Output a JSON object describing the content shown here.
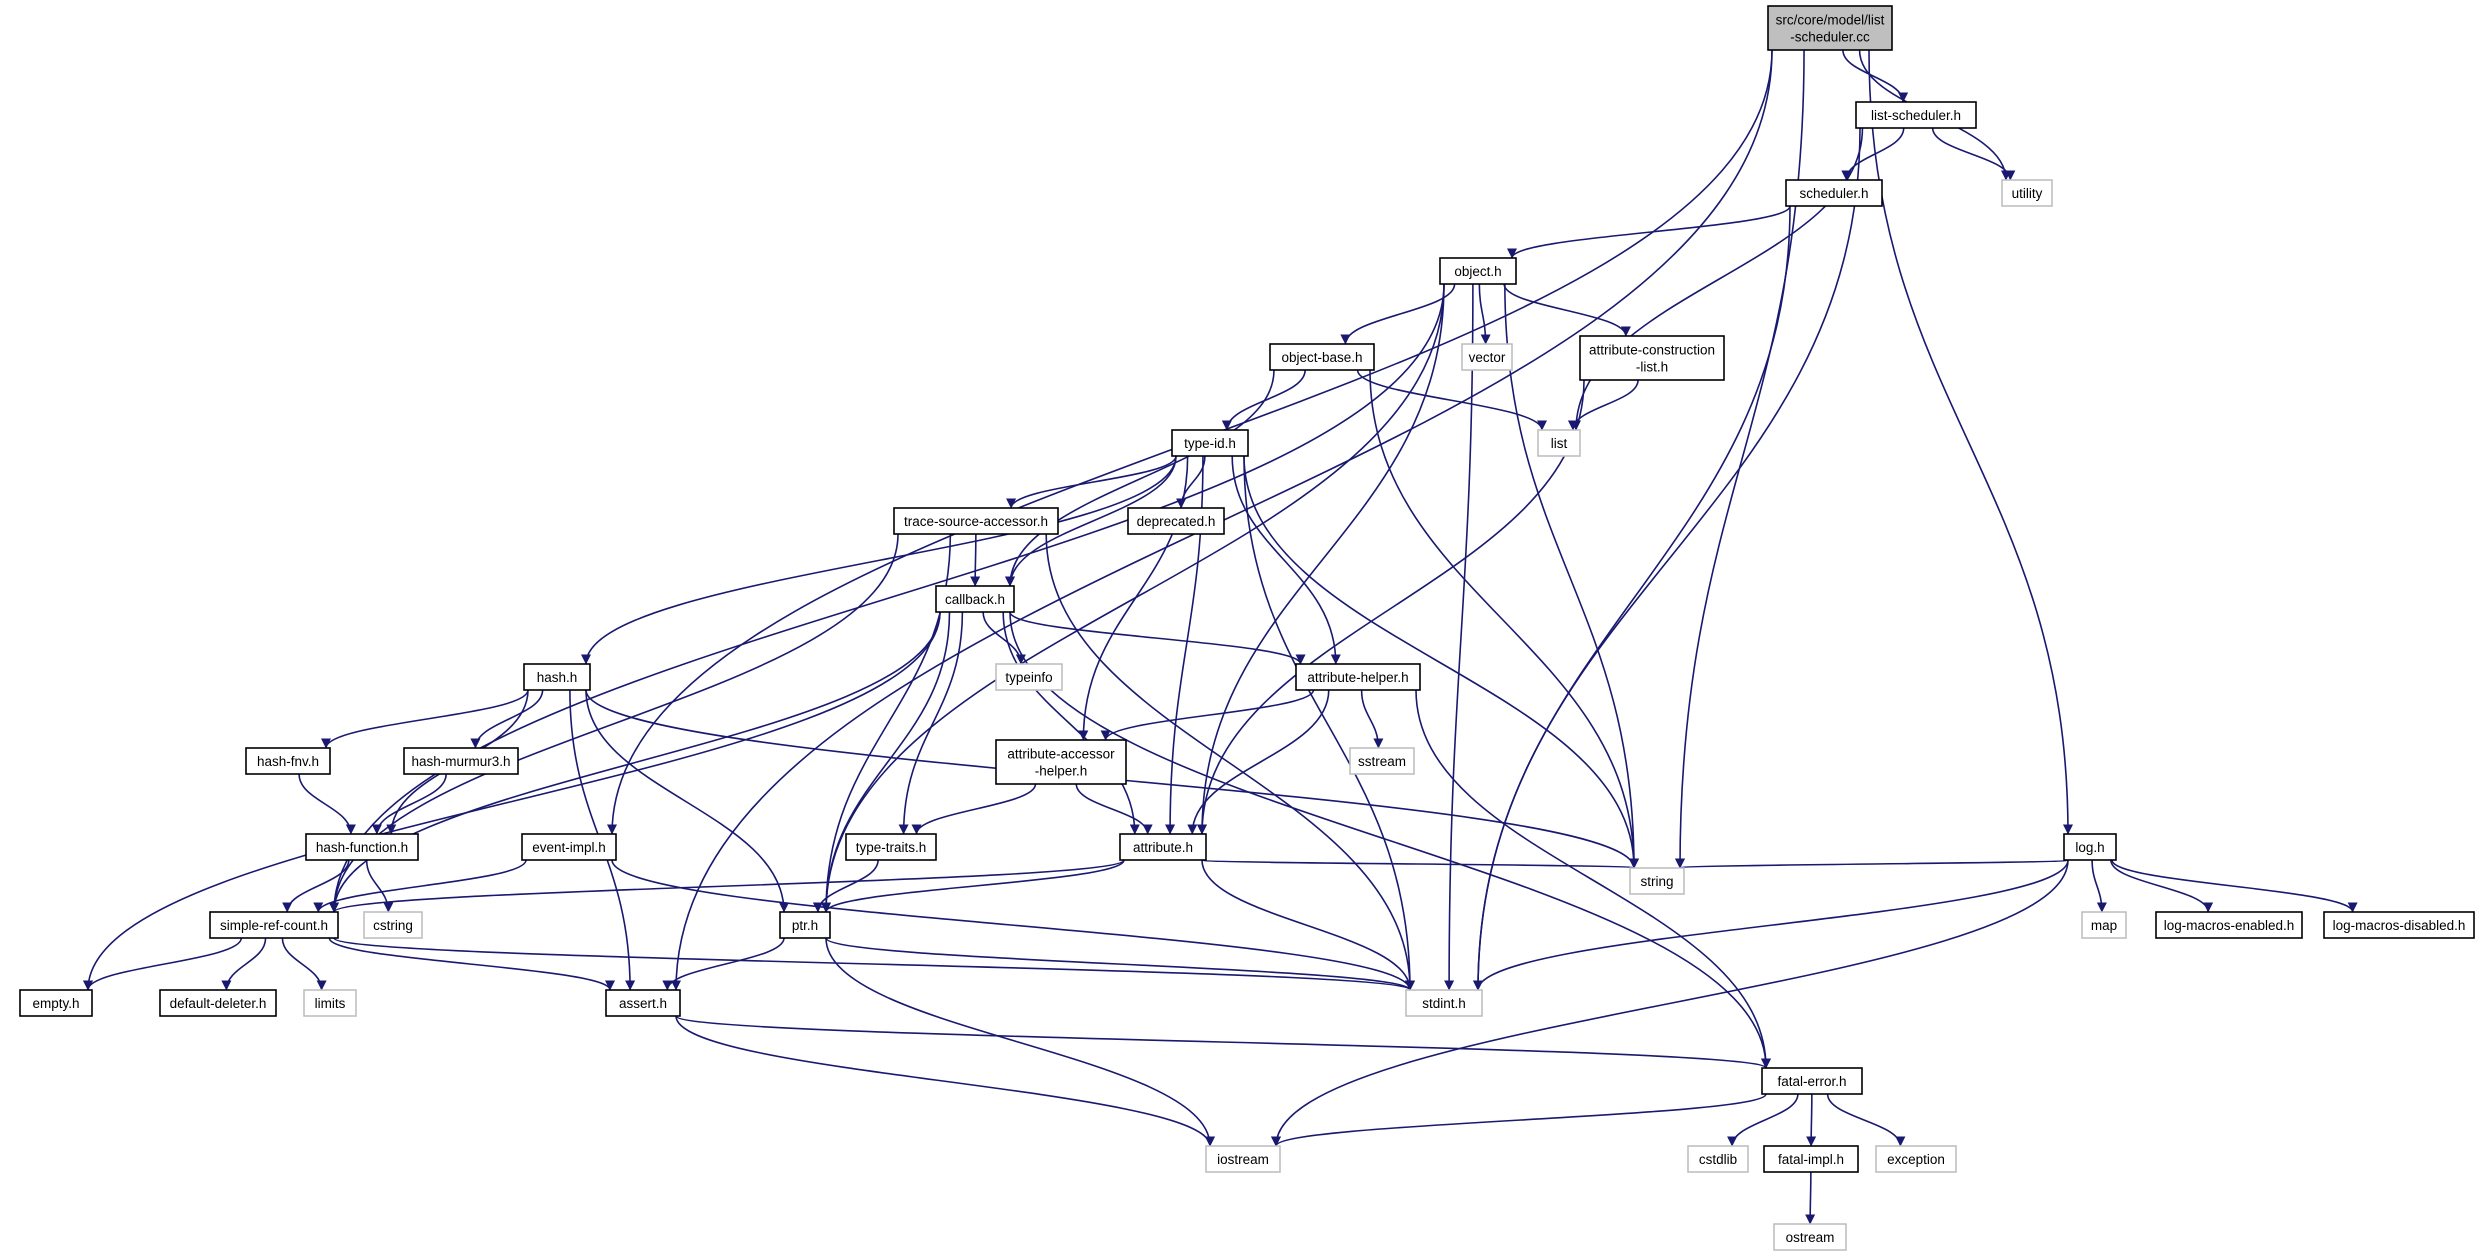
{
  "graph": {
    "nodes": [
      {
        "id": "root",
        "lines": [
          "src/core/model/list",
          "-scheduler.cc"
        ],
        "kind": "root"
      },
      {
        "id": "list-scheduler-h",
        "lines": [
          "list-scheduler.h"
        ],
        "kind": "project"
      },
      {
        "id": "utility",
        "lines": [
          "utility"
        ],
        "kind": "system"
      },
      {
        "id": "scheduler-h",
        "lines": [
          "scheduler.h"
        ],
        "kind": "project"
      },
      {
        "id": "object-h",
        "lines": [
          "object.h"
        ],
        "kind": "project"
      },
      {
        "id": "object-base-h",
        "lines": [
          "object-base.h"
        ],
        "kind": "project"
      },
      {
        "id": "vector",
        "lines": [
          "vector"
        ],
        "kind": "system"
      },
      {
        "id": "attribute-construction-list-h",
        "lines": [
          "attribute-construction",
          "-list.h"
        ],
        "kind": "project"
      },
      {
        "id": "list",
        "lines": [
          "list"
        ],
        "kind": "system"
      },
      {
        "id": "type-id-h",
        "lines": [
          "type-id.h"
        ],
        "kind": "project"
      },
      {
        "id": "trace-source-accessor-h",
        "lines": [
          "trace-source-accessor.h"
        ],
        "kind": "project"
      },
      {
        "id": "deprecated-h",
        "lines": [
          "deprecated.h"
        ],
        "kind": "project"
      },
      {
        "id": "callback-h",
        "lines": [
          "callback.h"
        ],
        "kind": "project"
      },
      {
        "id": "typeinfo",
        "lines": [
          "typeinfo"
        ],
        "kind": "system"
      },
      {
        "id": "attribute-helper-h",
        "lines": [
          "attribute-helper.h"
        ],
        "kind": "project"
      },
      {
        "id": "hash-h",
        "lines": [
          "hash.h"
        ],
        "kind": "project"
      },
      {
        "id": "sstream",
        "lines": [
          "sstream"
        ],
        "kind": "system"
      },
      {
        "id": "hash-fnv-h",
        "lines": [
          "hash-fnv.h"
        ],
        "kind": "project"
      },
      {
        "id": "hash-murmur3-h",
        "lines": [
          "hash-murmur3.h"
        ],
        "kind": "project"
      },
      {
        "id": "attribute-accessor-helper-h",
        "lines": [
          "attribute-accessor",
          "-helper.h"
        ],
        "kind": "project"
      },
      {
        "id": "hash-function-h",
        "lines": [
          "hash-function.h"
        ],
        "kind": "project"
      },
      {
        "id": "event-impl-h",
        "lines": [
          "event-impl.h"
        ],
        "kind": "project"
      },
      {
        "id": "type-traits-h",
        "lines": [
          "type-traits.h"
        ],
        "kind": "project"
      },
      {
        "id": "attribute-h",
        "lines": [
          "attribute.h"
        ],
        "kind": "project"
      },
      {
        "id": "log-h",
        "lines": [
          "log.h"
        ],
        "kind": "project"
      },
      {
        "id": "cstring",
        "lines": [
          "cstring"
        ],
        "kind": "system"
      },
      {
        "id": "simple-ref-count-h",
        "lines": [
          "simple-ref-count.h"
        ],
        "kind": "project"
      },
      {
        "id": "ptr-h",
        "lines": [
          "ptr.h"
        ],
        "kind": "project"
      },
      {
        "id": "string",
        "lines": [
          "string"
        ],
        "kind": "system"
      },
      {
        "id": "map",
        "lines": [
          "map"
        ],
        "kind": "system"
      },
      {
        "id": "log-macros-enabled-h",
        "lines": [
          "log-macros-enabled.h"
        ],
        "kind": "project"
      },
      {
        "id": "log-macros-disabled-h",
        "lines": [
          "log-macros-disabled.h"
        ],
        "kind": "project"
      },
      {
        "id": "empty-h",
        "lines": [
          "empty.h"
        ],
        "kind": "project"
      },
      {
        "id": "default-deleter-h",
        "lines": [
          "default-deleter.h"
        ],
        "kind": "project"
      },
      {
        "id": "limits",
        "lines": [
          "limits"
        ],
        "kind": "system"
      },
      {
        "id": "assert-h",
        "lines": [
          "assert.h"
        ],
        "kind": "project"
      },
      {
        "id": "stdint-h",
        "lines": [
          "stdint.h"
        ],
        "kind": "system"
      },
      {
        "id": "fatal-error-h",
        "lines": [
          "fatal-error.h"
        ],
        "kind": "project"
      },
      {
        "id": "iostream",
        "lines": [
          "iostream"
        ],
        "kind": "system"
      },
      {
        "id": "cstdlib",
        "lines": [
          "cstdlib"
        ],
        "kind": "system"
      },
      {
        "id": "fatal-impl-h",
        "lines": [
          "fatal-impl.h"
        ],
        "kind": "project"
      },
      {
        "id": "exception",
        "lines": [
          "exception"
        ],
        "kind": "system"
      },
      {
        "id": "ostream",
        "lines": [
          "ostream"
        ],
        "kind": "system"
      }
    ],
    "edges": [
      [
        "root",
        "list-scheduler-h"
      ],
      [
        "root",
        "utility"
      ],
      [
        "root",
        "event-impl-h"
      ],
      [
        "root",
        "log-h"
      ],
      [
        "root",
        "assert-h"
      ],
      [
        "root",
        "string"
      ],
      [
        "list-scheduler-h",
        "utility"
      ],
      [
        "list-scheduler-h",
        "scheduler-h"
      ],
      [
        "list-scheduler-h",
        "list"
      ],
      [
        "list-scheduler-h",
        "stdint-h"
      ],
      [
        "scheduler-h",
        "object-h"
      ],
      [
        "scheduler-h",
        "stdint-h"
      ],
      [
        "object-h",
        "object-base-h"
      ],
      [
        "object-h",
        "vector"
      ],
      [
        "object-h",
        "attribute-construction-list-h"
      ],
      [
        "object-h",
        "ptr-h"
      ],
      [
        "object-h",
        "simple-ref-count-h"
      ],
      [
        "object-h",
        "attribute-h"
      ],
      [
        "object-h",
        "string"
      ],
      [
        "object-h",
        "stdint-h"
      ],
      [
        "object-base-h",
        "type-id-h"
      ],
      [
        "object-base-h",
        "list"
      ],
      [
        "object-base-h",
        "callback-h"
      ],
      [
        "object-base-h",
        "string"
      ],
      [
        "attribute-construction-list-h",
        "list"
      ],
      [
        "attribute-construction-list-h",
        "attribute-h"
      ],
      [
        "type-id-h",
        "trace-source-accessor-h"
      ],
      [
        "type-id-h",
        "deprecated-h"
      ],
      [
        "type-id-h",
        "callback-h"
      ],
      [
        "type-id-h",
        "attribute-helper-h"
      ],
      [
        "type-id-h",
        "hash-h"
      ],
      [
        "type-id-h",
        "attribute-accessor-helper-h"
      ],
      [
        "type-id-h",
        "attribute-h"
      ],
      [
        "type-id-h",
        "string"
      ],
      [
        "type-id-h",
        "stdint-h"
      ],
      [
        "trace-source-accessor-h",
        "callback-h"
      ],
      [
        "trace-source-accessor-h",
        "ptr-h"
      ],
      [
        "trace-source-accessor-h",
        "simple-ref-count-h"
      ],
      [
        "trace-source-accessor-h",
        "stdint-h"
      ],
      [
        "callback-h",
        "typeinfo"
      ],
      [
        "callback-h",
        "attribute-helper-h"
      ],
      [
        "callback-h",
        "type-traits-h"
      ],
      [
        "callback-h",
        "attribute-h"
      ],
      [
        "callback-h",
        "ptr-h"
      ],
      [
        "callback-h",
        "simple-ref-count-h"
      ],
      [
        "callback-h",
        "empty-h"
      ],
      [
        "callback-h",
        "fatal-error-h"
      ],
      [
        "attribute-helper-h",
        "sstream"
      ],
      [
        "attribute-helper-h",
        "attribute-accessor-helper-h"
      ],
      [
        "attribute-helper-h",
        "attribute-h"
      ],
      [
        "attribute-helper-h",
        "fatal-error-h"
      ],
      [
        "hash-h",
        "hash-fnv-h"
      ],
      [
        "hash-h",
        "hash-murmur3-h"
      ],
      [
        "hash-h",
        "hash-function-h"
      ],
      [
        "hash-h",
        "ptr-h"
      ],
      [
        "hash-h",
        "assert-h"
      ],
      [
        "hash-h",
        "string"
      ],
      [
        "hash-fnv-h",
        "hash-function-h"
      ],
      [
        "hash-murmur3-h",
        "hash-function-h"
      ],
      [
        "attribute-accessor-helper-h",
        "attribute-h"
      ],
      [
        "attribute-accessor-helper-h",
        "type-traits-h"
      ],
      [
        "hash-function-h",
        "simple-ref-count-h"
      ],
      [
        "hash-function-h",
        "cstring"
      ],
      [
        "event-impl-h",
        "simple-ref-count-h"
      ],
      [
        "event-impl-h",
        "stdint-h"
      ],
      [
        "type-traits-h",
        "ptr-h"
      ],
      [
        "attribute-h",
        "simple-ref-count-h"
      ],
      [
        "attribute-h",
        "ptr-h"
      ],
      [
        "attribute-h",
        "string"
      ],
      [
        "attribute-h",
        "stdint-h"
      ],
      [
        "log-h",
        "string"
      ],
      [
        "log-h",
        "map"
      ],
      [
        "log-h",
        "log-macros-enabled-h"
      ],
      [
        "log-h",
        "log-macros-disabled-h"
      ],
      [
        "log-h",
        "stdint-h"
      ],
      [
        "log-h",
        "iostream"
      ],
      [
        "simple-ref-count-h",
        "empty-h"
      ],
      [
        "simple-ref-count-h",
        "default-deleter-h"
      ],
      [
        "simple-ref-count-h",
        "limits"
      ],
      [
        "simple-ref-count-h",
        "assert-h"
      ],
      [
        "simple-ref-count-h",
        "stdint-h"
      ],
      [
        "ptr-h",
        "assert-h"
      ],
      [
        "ptr-h",
        "stdint-h"
      ],
      [
        "ptr-h",
        "iostream"
      ],
      [
        "assert-h",
        "fatal-error-h"
      ],
      [
        "assert-h",
        "iostream"
      ],
      [
        "fatal-error-h",
        "iostream"
      ],
      [
        "fatal-error-h",
        "cstdlib"
      ],
      [
        "fatal-error-h",
        "fatal-impl-h"
      ],
      [
        "fatal-error-h",
        "exception"
      ],
      [
        "fatal-impl-h",
        "ostream"
      ]
    ]
  }
}
